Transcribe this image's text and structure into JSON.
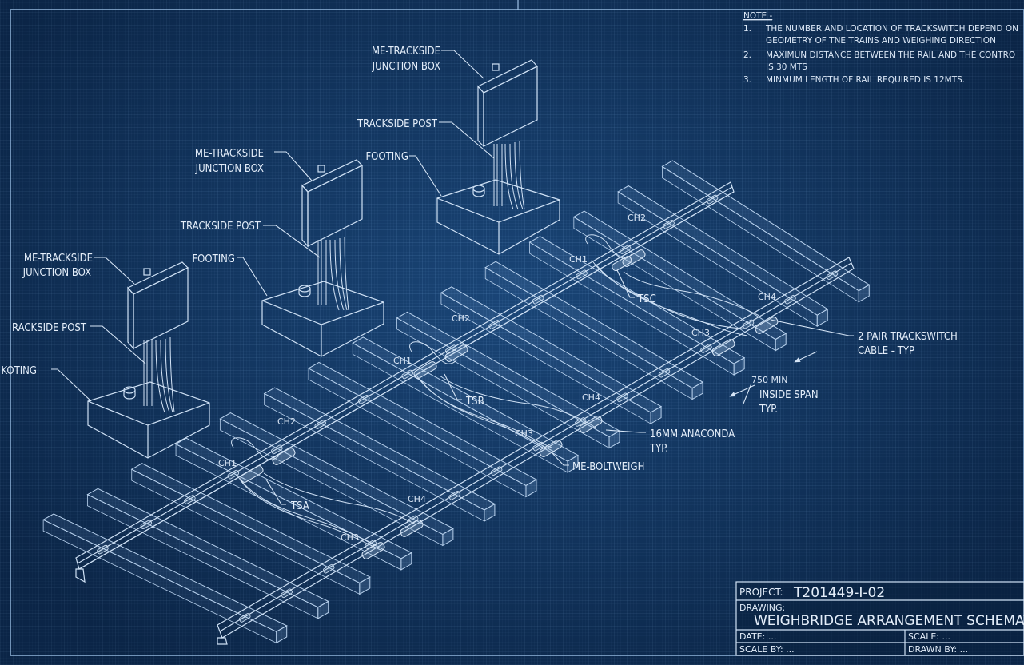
{
  "notes": {
    "heading": "NOTE -",
    "items": [
      {
        "num": "1.",
        "lines": [
          "THE NUMBER AND LOCATION OF TRACKSWITCH DEPEND ON",
          "GEOMETRY OF TNE TRAINS AND WEIGHING DIRECTION"
        ]
      },
      {
        "num": "2.",
        "lines": [
          "MAXIMUN  DISTANCE BETWEEN THE RAIL AND THE CONTRO",
          "IS 30 MTS"
        ]
      },
      {
        "num": "3.",
        "lines": [
          "MINMUM LENGTH OF RAIL REQUIRED IS 12MTS."
        ]
      }
    ]
  },
  "assemblies": [
    {
      "box": [
        "ME-TRACKSIDE",
        "JUNCTION BOX"
      ],
      "post": "TRACKSIDE POST",
      "footing": "FOOTING"
    },
    {
      "box": [
        "ME-TRACKSIDE",
        "JUNCTION BOX"
      ],
      "post": "TRACKSIDE POST",
      "footing": "FOOTING"
    },
    {
      "box": [
        "ME-TRACKSIDE",
        "JUNCTION BOX"
      ],
      "post": "RACKSIDE POST",
      "footing": "KOTING"
    }
  ],
  "channels": [
    "CH1",
    "CH2",
    "CH3",
    "CH4"
  ],
  "switches": [
    "TSA",
    "TSB",
    "TSC"
  ],
  "callouts": {
    "cable": [
      "2 PAIR TRACKSWITCH",
      "CABLE - TYP"
    ],
    "span": [
      "750 MIN",
      "INSIDE SPAN",
      "TYP."
    ],
    "anaconda": [
      "16MM ANACONDA",
      "TYP."
    ],
    "boltweigh": "ME-BOLTWEIGH"
  },
  "title_block": {
    "project_label": "PROJECT:",
    "project_value": "T201449-I-02",
    "drawing_label": "DRAWING:",
    "drawing_value": "WEIGHBRIDGE ARRANGEMENT SCHEMATIC",
    "date": "DATE: ...",
    "scale": "SCALE: ...",
    "scale_by": "SCALE BY: ...",
    "drawn_by": "DRAWN BY: ..."
  },
  "colors": {
    "background": "#123a66",
    "line": "#cfe1f5",
    "text": "#e4eefa"
  }
}
